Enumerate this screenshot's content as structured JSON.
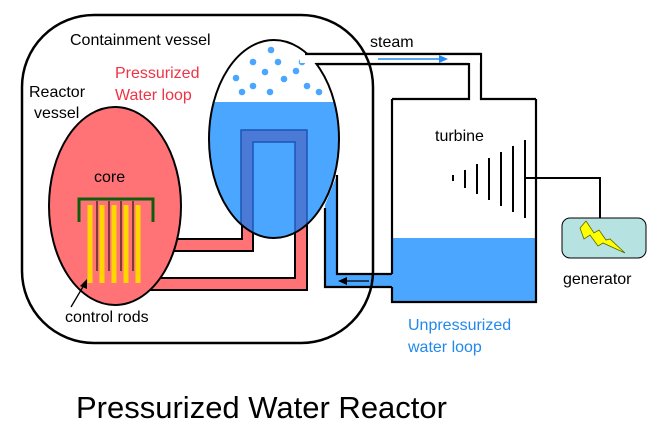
{
  "title": "Pressurized Water Reactor",
  "labels": {
    "containment": "Containment vessel",
    "reactor_line1": "Reactor",
    "reactor_line2": "vessel",
    "pressurized_line1": "Pressurized",
    "pressurized_line2": "Water loop",
    "core": "core",
    "control_rods": "control rods",
    "steam": "steam",
    "turbine": "turbine",
    "generator": "generator",
    "unpressurized_line1": "Unpressurized",
    "unpressurized_line2": "water loop"
  },
  "colors": {
    "primary_loop": "#ff7276",
    "secondary_water": "#4ba6ff",
    "u_tube": "#4a7ad6",
    "control_rod": "#ffd700",
    "rod_bracket": "#0e5e0e",
    "generator_fill": "#b6e2e2",
    "bolt": "#ffff00",
    "label_red": "#ee3344",
    "label_blue": "#2288ee"
  },
  "icons": {
    "generator": "lightning-bolt-icon",
    "steam_flow": "arrow-right-icon",
    "return_flow": "arrow-left-icon"
  }
}
